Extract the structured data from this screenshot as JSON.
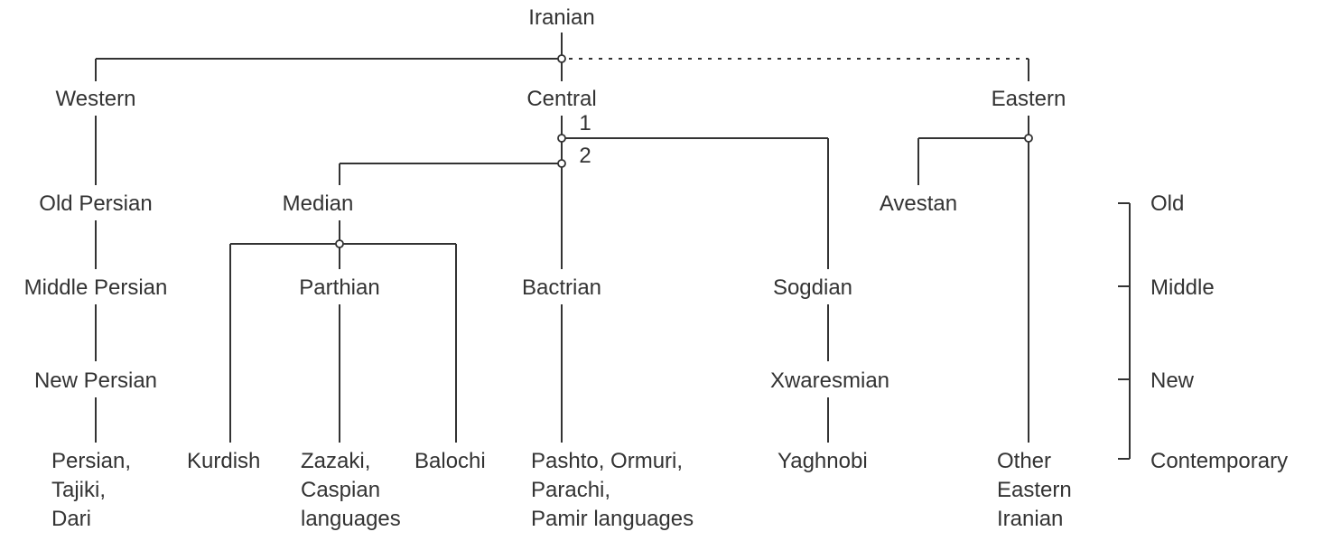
{
  "title": "Iranian",
  "branches": {
    "western": "Western",
    "central": "Central",
    "eastern": "Eastern"
  },
  "split_labels": [
    "1",
    "2"
  ],
  "languages": {
    "old_persian": "Old Persian",
    "middle_persian": "Middle Persian",
    "new_persian": "New Persian",
    "median": "Median",
    "parthian": "Parthian",
    "bactrian": "Bactrian",
    "sogdian": "Sogdian",
    "xwaresmian": "Xwaresmian",
    "avestan": "Avestan"
  },
  "contemporary": {
    "persian": [
      "Persian,",
      "Tajiki,",
      "Dari"
    ],
    "kurdish": [
      "Kurdish"
    ],
    "zazaki": [
      "Zazaki,",
      "Caspian",
      "languages"
    ],
    "balochi": [
      "Balochi"
    ],
    "pashto": [
      "Pashto, Ormuri,",
      "Parachi,",
      "Pamir languages"
    ],
    "yaghnobi": [
      "Yaghnobi"
    ],
    "other_eastern": [
      "Other",
      "Eastern",
      "Iranian"
    ]
  },
  "periods": [
    "Old",
    "Middle",
    "New",
    "Contemporary"
  ]
}
